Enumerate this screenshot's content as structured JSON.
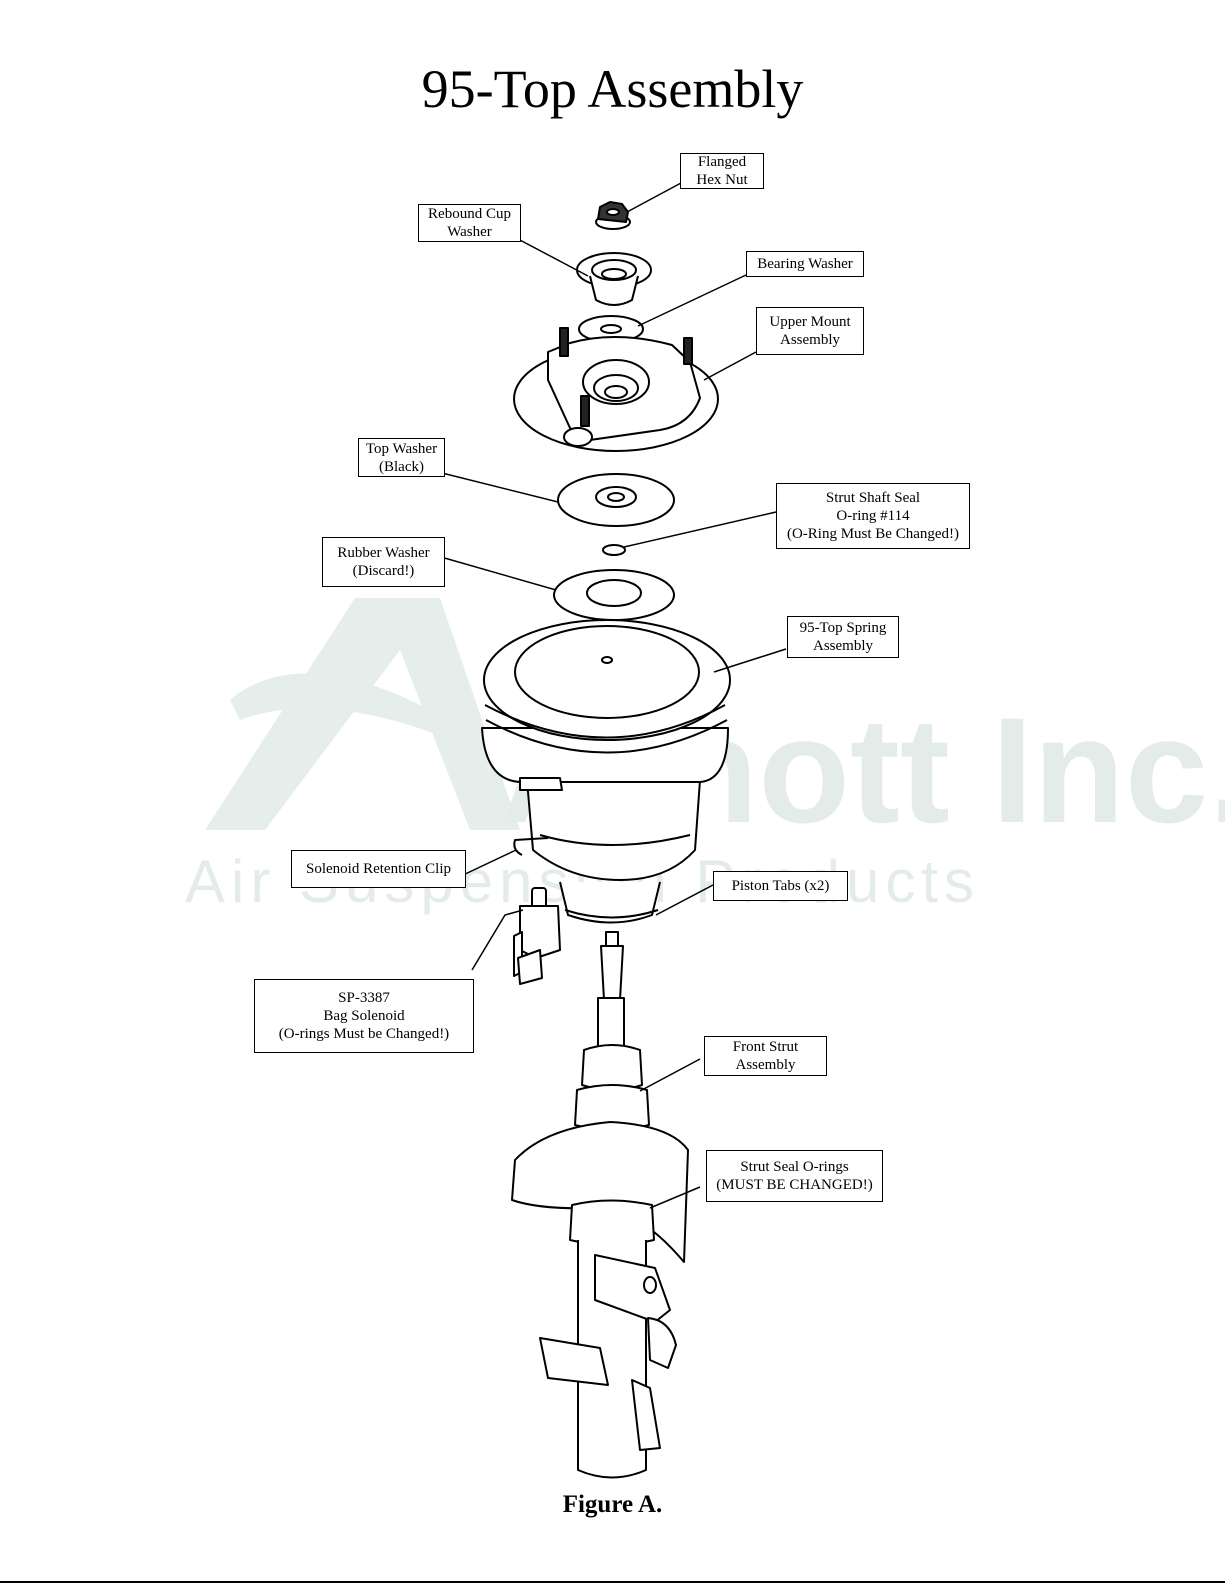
{
  "title": "95-Top Assembly",
  "caption": "Figure A.",
  "watermark": {
    "brand": "Arnott Inc.",
    "tagline": "Air Suspension Products",
    "color": "#e4ece9"
  },
  "callouts": {
    "flanged_hex_nut": [
      "Flanged",
      "Hex Nut"
    ],
    "rebound_cup_washer": [
      "Rebound Cup",
      "Washer"
    ],
    "bearing_washer": [
      "Bearing Washer"
    ],
    "upper_mount_assembly": [
      "Upper Mount",
      "Assembly"
    ],
    "top_washer": [
      "Top Washer",
      "(Black)"
    ],
    "strut_shaft_seal": [
      "Strut Shaft Seal",
      "O-ring #114",
      "(O-Ring Must Be Changed!)"
    ],
    "rubber_washer": [
      "Rubber Washer",
      "(Discard!)"
    ],
    "spring_assembly": [
      "95-Top Spring",
      "Assembly"
    ],
    "solenoid_retention_clip": [
      "Solenoid Retention Clip"
    ],
    "piston_tabs": [
      "Piston Tabs (x2)"
    ],
    "bag_solenoid": [
      "SP-3387",
      "Bag Solenoid",
      "(O-rings Must be Changed!)"
    ],
    "front_strut_assembly": [
      "Front Strut",
      "Assembly"
    ],
    "strut_seal_orings": [
      "Strut Seal O-rings",
      "(MUST BE CHANGED!)"
    ]
  }
}
